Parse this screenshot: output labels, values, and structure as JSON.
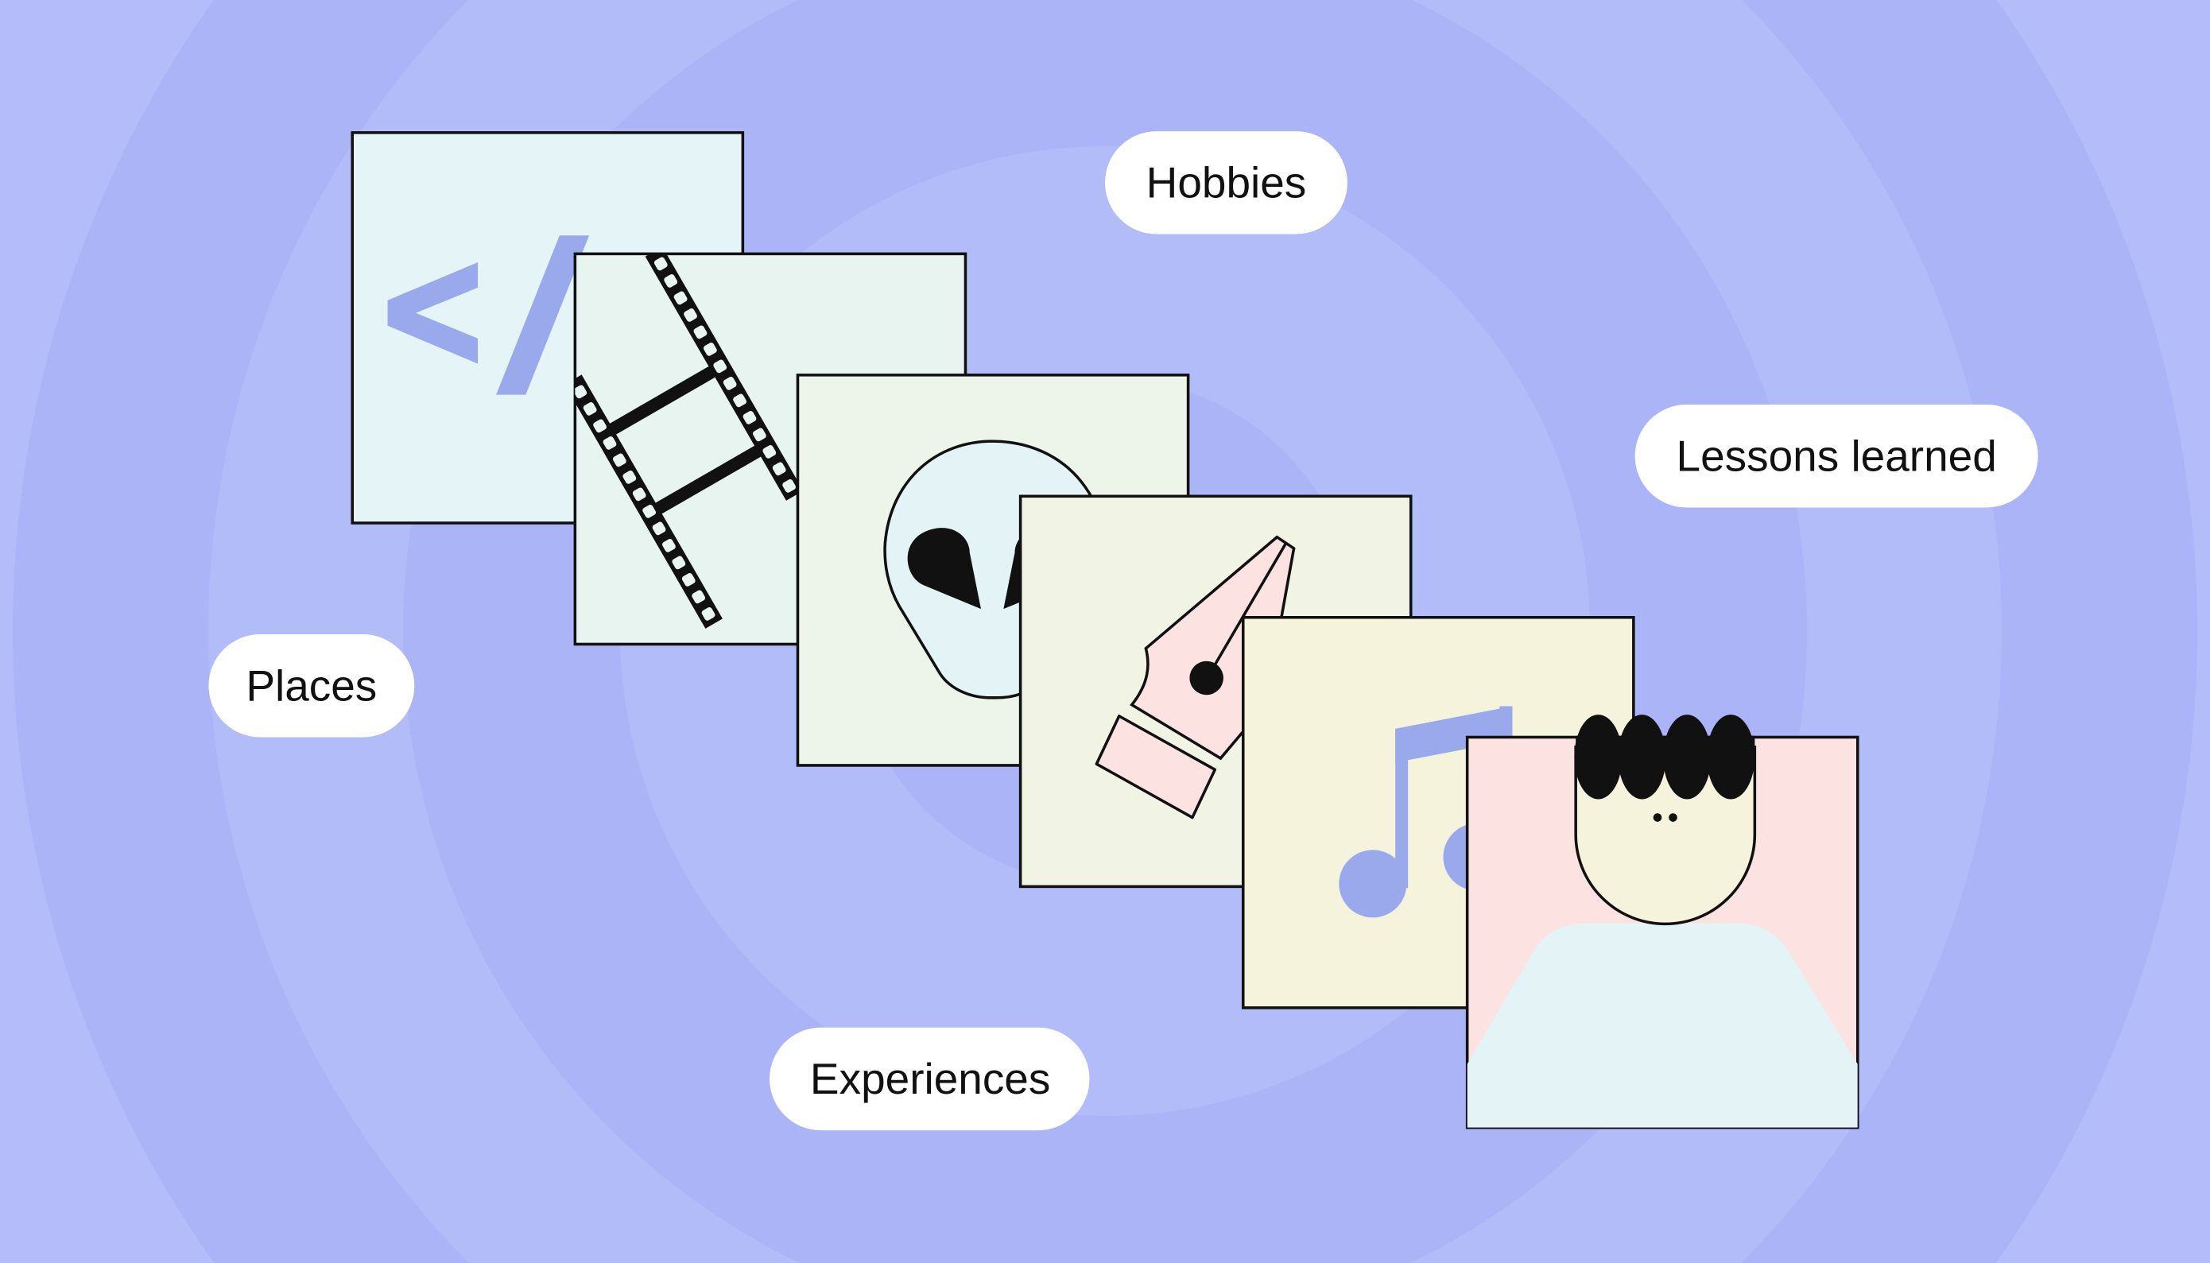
{
  "colors": {
    "background_light": "#b4bdf9",
    "background_dark": "#aab4f7",
    "accent": "#9aa8ec",
    "outline": "#111111",
    "pill": "#ffffff"
  },
  "labels": {
    "hobbies": "Hobbies",
    "lessons_learned": "Lessons learned",
    "places": "Places",
    "experiences": "Experiences"
  },
  "cards": [
    {
      "icon": "code-icon",
      "text": "</",
      "fill": "#e5f4f6"
    },
    {
      "icon": "film-strip-icon",
      "fill": "#e7f4f0"
    },
    {
      "icon": "alien-icon",
      "fill": "#edf4ea"
    },
    {
      "icon": "fountain-pen-icon",
      "fill": "#f1f4e5"
    },
    {
      "icon": "music-note-icon",
      "fill": "#f5f3dc"
    },
    {
      "icon": "person-avatar-icon",
      "fill": "#fde2e2"
    }
  ]
}
